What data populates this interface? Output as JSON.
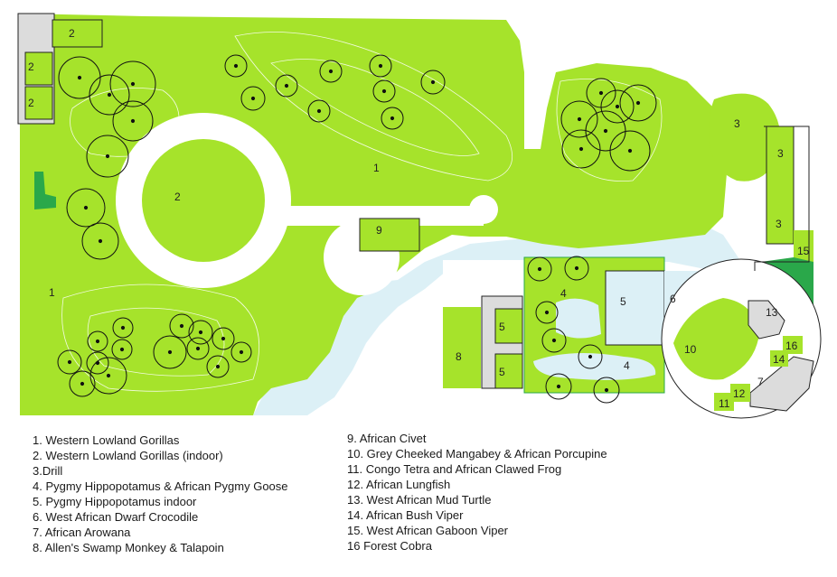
{
  "legend_left": [
    "1. Western Lowland Gorillas",
    "2. Western Lowland Gorillas (indoor)",
    "3.Drill",
    "4. Pygmy Hippopotamus & African Pygmy Goose",
    "5. Pygmy Hippopotamus indoor",
    "6. West African Dwarf Crocodile",
    "7. African Arowana",
    "8. Allen's Swamp Monkey & Talapoin"
  ],
  "legend_right": [
    "9. African Civet",
    "10. Grey Cheeked Mangabey & African Porcupine",
    "11. Congo Tetra and African Clawed Frog",
    "12. African Lungfish",
    "13. West African Mud Turtle",
    "14. African Bush Viper",
    "15. West African Gaboon Viper",
    "16  Forest Cobra"
  ],
  "map_labels": {
    "e1_center": "1",
    "e1_left": "1",
    "e2_top": "2",
    "e2_left_a": "2",
    "e2_left_b": "2",
    "e2_circle": "2",
    "e3_top": "3",
    "e3_mid": "3",
    "e3_low": "3",
    "e4_top": "4",
    "e4_bottom": "4",
    "e5_right": "5",
    "e5_left_a": "5",
    "e5_left_b": "5",
    "e6": "6",
    "e7": "7",
    "e8": "8",
    "e9": "9",
    "e10": "10",
    "e11": "11",
    "e12": "12",
    "e13": "13",
    "e14": "14",
    "e15": "15",
    "e16": "16"
  },
  "colors": {
    "grass": "#a6e32b",
    "path": "#ffffff",
    "water": "#dcf0f6",
    "dark_green": "#2aa84a",
    "building": "#dcdcdc",
    "outline": "#222222",
    "tree_outline": "#111111"
  }
}
